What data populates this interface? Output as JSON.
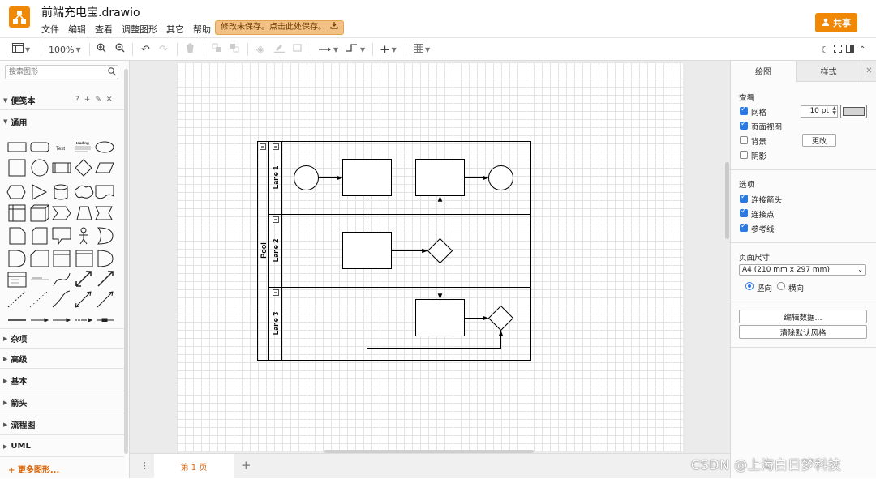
{
  "app": {
    "title": "前端充电宝.drawio",
    "menus": [
      "文件",
      "编辑",
      "查看",
      "调整图形",
      "其它",
      "帮助"
    ],
    "save_notice": "修改未保存。点击此处保存。",
    "share_label": "共享"
  },
  "toolbar": {
    "zoom": "100%"
  },
  "sidebar": {
    "search_placeholder": "搜索图形",
    "scratchpad": "便笺本",
    "general": "通用",
    "sections": [
      "杂项",
      "高级",
      "基本",
      "箭头",
      "流程图",
      "UML"
    ],
    "more_shapes": "更多图形...",
    "shape_text_label": "Text",
    "shape_heading_label": "Heading"
  },
  "diagram": {
    "pool_label": "Pool",
    "lanes": [
      "Lane 1",
      "Lane 2",
      "Lane 3"
    ]
  },
  "pages": {
    "tab_label": "第 1 页"
  },
  "panel": {
    "tabs": [
      "绘图",
      "样式"
    ],
    "view_title": "查看",
    "view_options": [
      {
        "label": "网格",
        "checked": true
      },
      {
        "label": "页面视图",
        "checked": true
      },
      {
        "label": "背景",
        "checked": false
      },
      {
        "label": "阴影",
        "checked": false
      }
    ],
    "grid_size": "10 pt",
    "change_label": "更改",
    "options_title": "选项",
    "options": [
      {
        "label": "连接箭头",
        "checked": true
      },
      {
        "label": "连接点",
        "checked": true
      },
      {
        "label": "参考线",
        "checked": true
      }
    ],
    "page_size_title": "页面尺寸",
    "page_size_value": "A4 (210 mm x 297 mm)",
    "orientation_portrait": "竖向",
    "orientation_landscape": "横向",
    "edit_data_label": "编辑数据...",
    "clear_style_label": "清除默认风格"
  },
  "watermark": "CSDN @上海白日梦科技"
}
